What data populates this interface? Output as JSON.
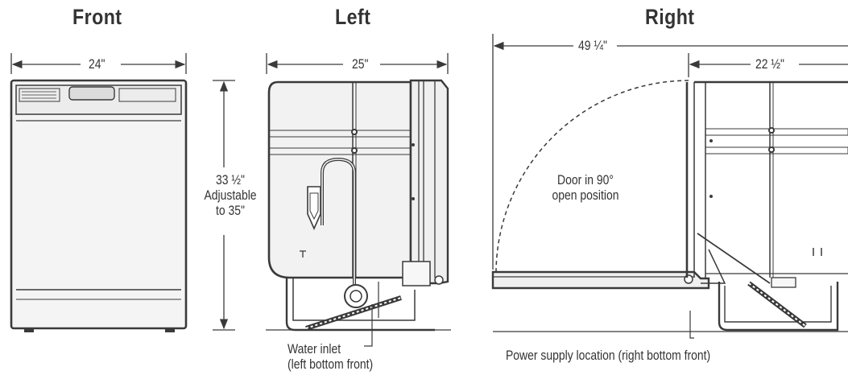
{
  "views": {
    "front": {
      "title": "Front",
      "width": "24\""
    },
    "left": {
      "title": "Left",
      "width": "25\"",
      "inlet_line1": "Water inlet",
      "inlet_line2": "(left bottom front)"
    },
    "right": {
      "title": "Right",
      "door_open_depth": "49 ¼\"",
      "depth": "22 ½\"",
      "door_note_line1": "Door in 90°",
      "door_note_line2": "open position",
      "power_note": "Power supply location (right bottom front)"
    }
  },
  "height": {
    "line1": "33 ½\"",
    "line2": "Adjustable",
    "line3": "to 35\""
  },
  "colors": {
    "line": "#3a3a3a",
    "fill": "#f4f4f4"
  }
}
